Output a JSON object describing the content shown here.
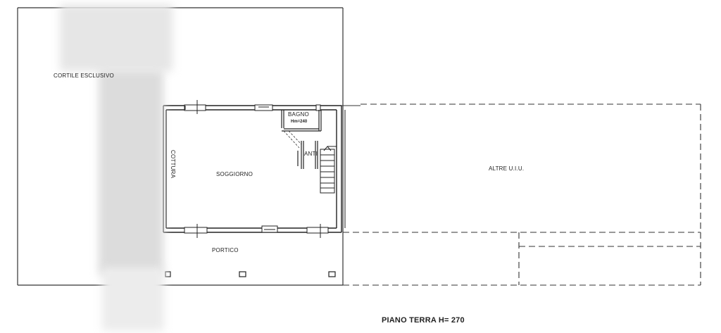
{
  "plan": {
    "title": "PIANO TERRA H= 270",
    "rooms": {
      "cortile": "CORTILE ESCLUSIVO",
      "soggiorno": "SOGGIORNO",
      "cottura": "COTTURA",
      "bagno": "BAGNO",
      "bagno_height": "Hm=240",
      "anti": "ANTI",
      "portico": "PORTICO",
      "altre": "ALTRE U.I.U."
    }
  }
}
